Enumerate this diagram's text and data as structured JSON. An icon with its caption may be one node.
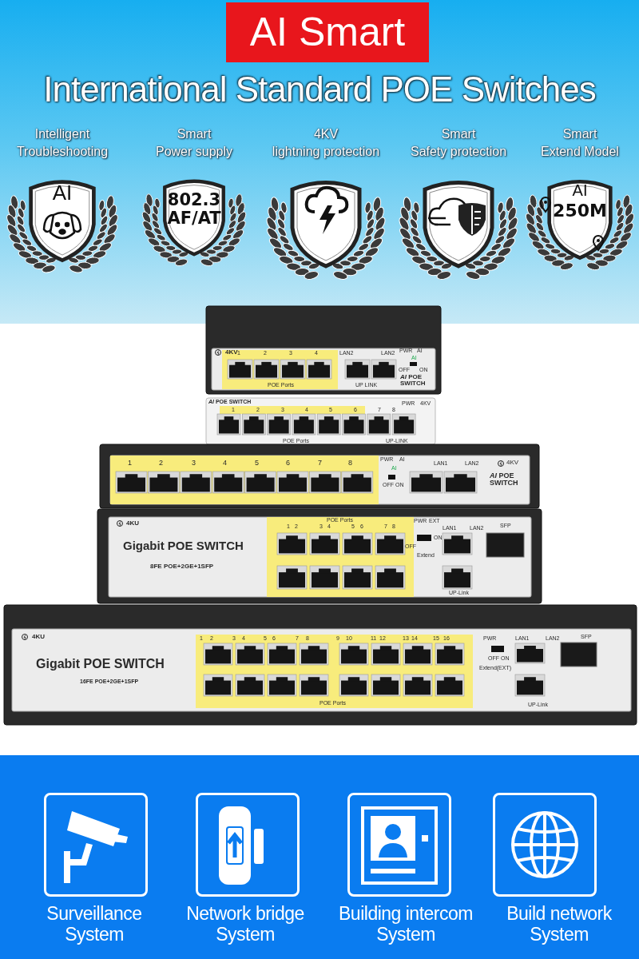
{
  "diagram": {
    "title": "AI Smart",
    "nodes": [
      {
        "text": [
          "Intelligent Troubleshooting",
          "AI"
        ]
      },
      {
        "text": [
          "Smart Power supply",
          "802.3 AF/AT"
        ]
      },
      {
        "text": [
          "4KV lightning protection"
        ]
      },
      {
        "text": [
          "Smart Safety protection"
        ]
      },
      {
        "text": [
          "Smart Extend Model",
          "AI",
          "250M"
        ]
      },
      {
        "text": [
          "4KV",
          "1",
          "2",
          "3",
          "4",
          "POE Ports",
          "LAN2",
          "LAN2",
          "UP LINK",
          "PWR",
          "AI",
          "AI",
          "OFF",
          "ON",
          "*AI* POE SWITCH"
        ]
      },
      {
        "text": [
          "*AI* POE SWITCH",
          "1",
          "2",
          "3",
          "4",
          "5",
          "6",
          "7",
          "8",
          "PWR",
          "4KV",
          "POE Ports",
          "UP-LINK"
        ]
      },
      {
        "text": [
          "1",
          "2",
          "3",
          "4",
          "5",
          "6",
          "7",
          "8",
          "PWR",
          "AI",
          "AI",
          "OFF ON",
          "LAN1",
          "LAN2",
          "4KV",
          "*AI* POE SWITCH"
        ]
      },
      {
        "text": [
          "4KU",
          "Gigabit POE SWITCH",
          "8FE POE+2GE+1SFP",
          "POE Ports",
          "1",
          "2",
          "3",
          "4",
          "5",
          "6",
          "7",
          "8",
          "PWR",
          "EXT",
          "OFF",
          "ON",
          "Extend",
          "LAN1",
          "LAN2",
          "UP-Link",
          "SFP"
        ]
      },
      {
        "text": [
          "4KU",
          "Gigabit POE SWITCH",
          "16FE POE+2GE+1SFP",
          "1",
          "2",
          "3",
          "4",
          "5",
          "6",
          "7",
          "8",
          "9",
          "10",
          "11",
          "12",
          "13",
          "14",
          "15",
          "16",
          "POE Ports",
          "PWR",
          "OFF ON",
          "Extend(EXT)",
          "LAN1",
          "LAN2",
          "UP-Link",
          "SFP"
        ]
      },
      {
        "text": [
          "Surveillance System"
        ]
      },
      {
        "text": [
          "Network bridge System"
        ]
      },
      {
        "text": [
          "Building intercom System"
        ]
      },
      {
        "text": [
          "Build network System"
        ]
      }
    ],
    "labels": [
      "International Standard POE Switches"
    ]
  }
}
